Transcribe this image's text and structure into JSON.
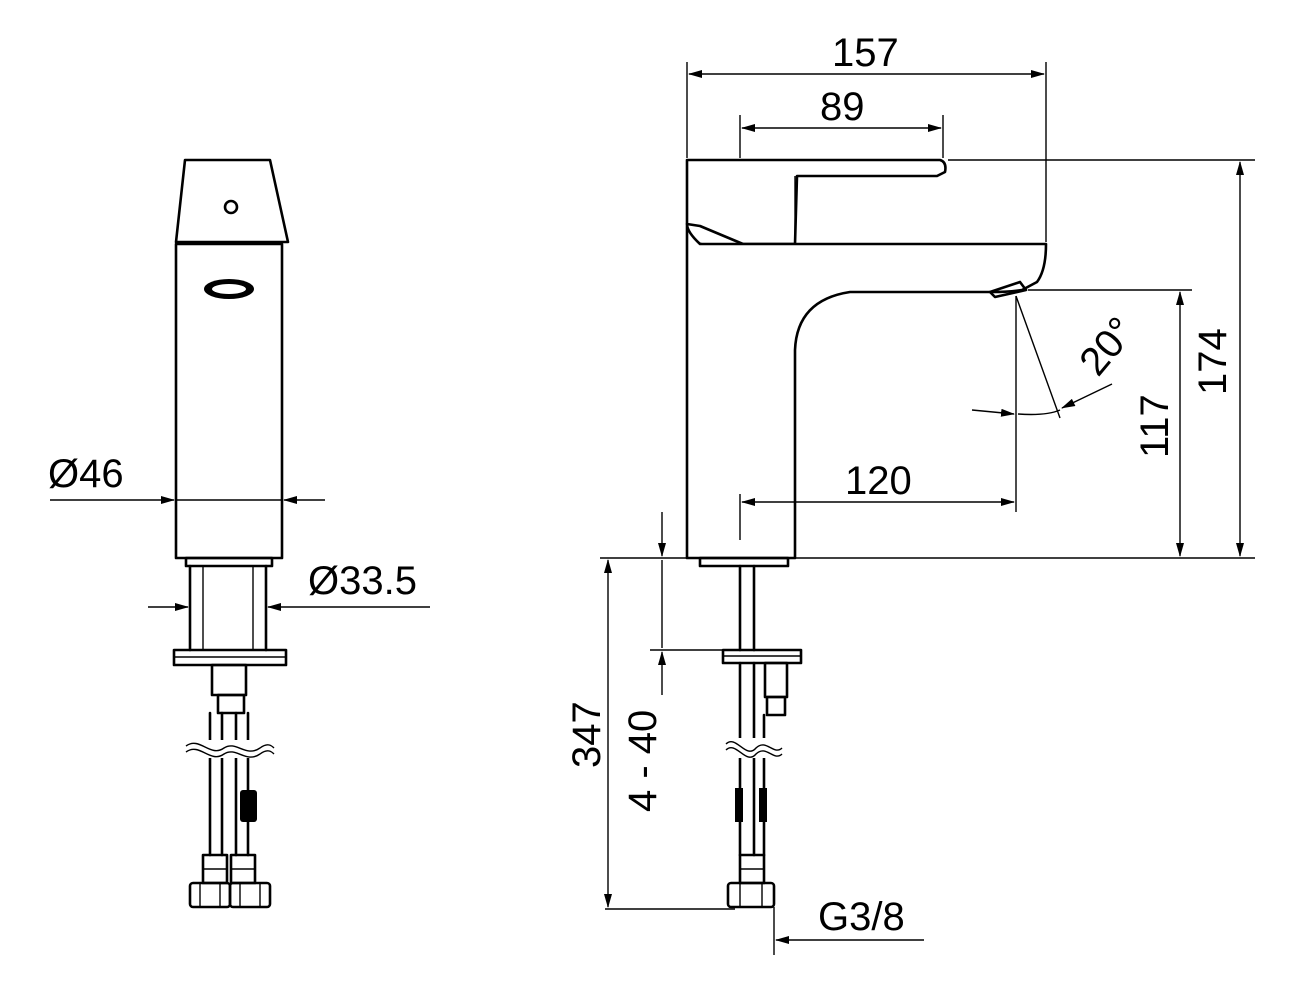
{
  "dimensions": {
    "front_diameter_body": "Ø46",
    "front_diameter_base": "Ø33.5",
    "width_total": "157",
    "width_lever": "89",
    "height_total": "174",
    "height_spout": "117",
    "spout_reach": "120",
    "sensor_angle": "20°",
    "hose_length": "347",
    "counter_thickness": "4 - 40",
    "connection_thread": "G3/8"
  }
}
